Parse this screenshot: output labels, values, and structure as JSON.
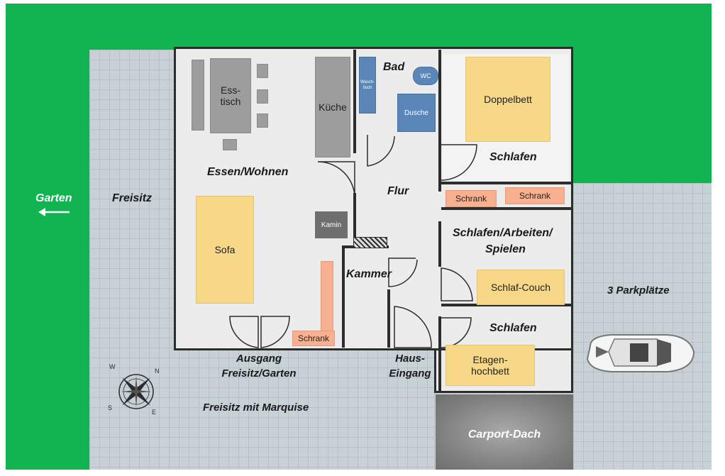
{
  "outside": {
    "garten": "Garten",
    "freisitz": "Freisitz",
    "parkplaetze": "3 Parkplätze",
    "freisitz_marquise": "Freisitz mit Marquise",
    "carport": "Carport-Dach",
    "ausgang_line1": "Ausgang",
    "ausgang_line2": "Freisitz/Garten",
    "haus_line1": "Haus-",
    "haus_line2": "Eingang"
  },
  "rooms": {
    "essen_wohnen": "Essen/Wohnen",
    "bad": "Bad",
    "flur": "Flur",
    "kammer": "Kammer",
    "schlafen_1": "Schlafen",
    "schlafen_arbeiten_line1": "Schlafen/Arbeiten/",
    "schlafen_arbeiten_line2": "Spielen",
    "schlafen_2": "Schlafen"
  },
  "furniture": {
    "esstisch_line1": "Ess-",
    "esstisch_line2": "tisch",
    "kueche": "Küche",
    "sofa": "Sofa",
    "kamin": "Kamin",
    "schrank_wohnen": "Schrank",
    "waschtisch_line1": "Wasch-",
    "waschtisch_line2": "tisch",
    "wc": "WC",
    "dusche": "Dusche",
    "doppelbett": "Doppelbett",
    "schrank_a": "Schrank",
    "schrank_b": "Schrank",
    "schlaf_couch": "Schlaf-Couch",
    "etagen_line1": "Etagen-",
    "etagen_line2": "hochbett"
  },
  "compass": {
    "n": "N",
    "s": "S",
    "e": "E",
    "w": "W"
  },
  "colors": {
    "lawn": "#11b451",
    "paving": "#c8d1d6",
    "bed": "#f7d889",
    "wardrobe": "#f7b090",
    "bath": "#5b86b8",
    "kitchen": "#9d9d9d"
  }
}
